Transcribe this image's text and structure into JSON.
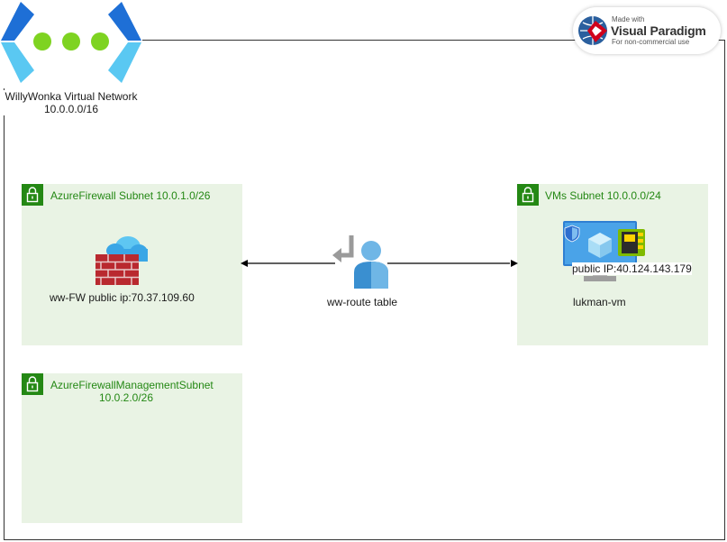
{
  "vnet": {
    "name": "WillyWonka Virtual Network",
    "cidr": "10.0.0.0/16"
  },
  "subnets": {
    "firewall": {
      "title": "AzureFirewall Subnet 10.0.1.0/26"
    },
    "management": {
      "title_line1": "AzureFirewallManagementSubnet",
      "title_line2": "10.0.2.0/26"
    },
    "vms": {
      "title": "VMs Subnet 10.0.0.0/24"
    }
  },
  "nodes": {
    "firewall": {
      "label": "ww-FW public ip:70.37.109.60"
    },
    "route_table": {
      "label": "ww-route table"
    },
    "vm": {
      "ip_label": "public IP:40.124.143.179",
      "name": "lukman-vm"
    }
  },
  "watermark": {
    "made_with": "Made with",
    "brand": "Visual Paradigm",
    "note": "For non-commercial use"
  },
  "colors": {
    "subnet_fill": "#e9f3e4",
    "subnet_accent": "#248814",
    "vnet_blue": "#1e88e5",
    "vnet_dot": "#7ed321"
  }
}
